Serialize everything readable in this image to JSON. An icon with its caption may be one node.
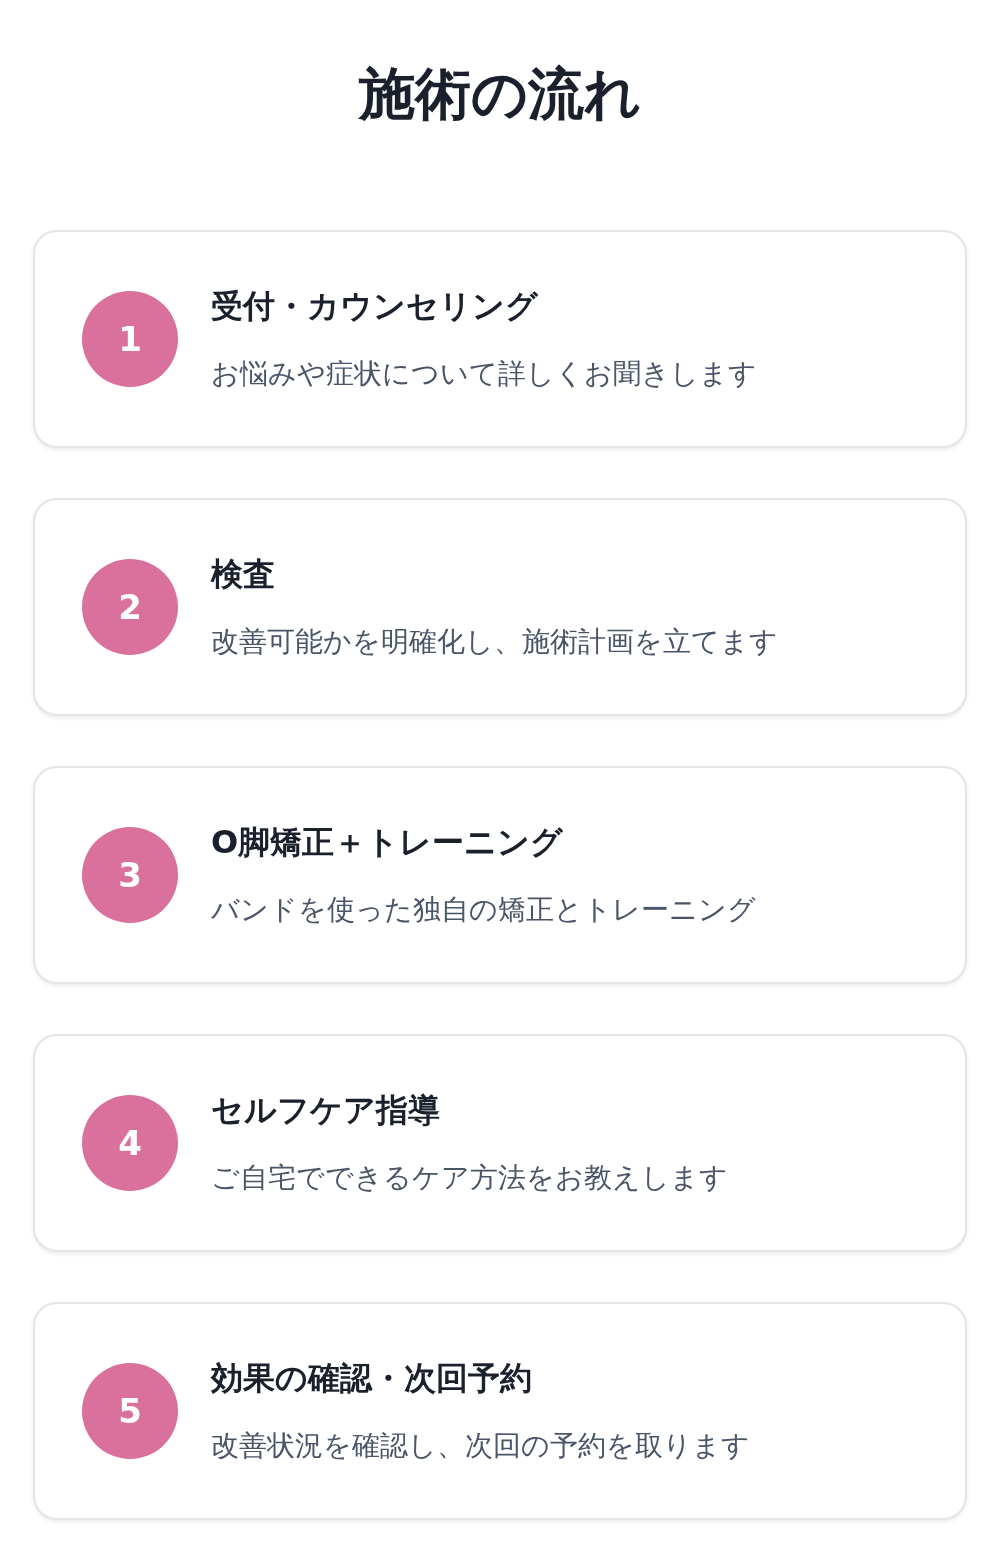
{
  "diagram": {
    "title": "施術の流れ",
    "nodes": [
      {
        "text": [
          "受付・カウンセリング",
          "お悩みや症状について詳しくお聞きします"
        ]
      },
      {
        "text": [
          "1"
        ],
        "in": 0
      },
      {
        "text": [
          "検査",
          "改善可能かを明確化し、施術計画を立てます"
        ]
      },
      {
        "text": [
          "2"
        ],
        "in": 2
      },
      {
        "text": [
          "O脚矯正＋トレーニング",
          "バンドを使った独自の矯正とトレーニング"
        ]
      },
      {
        "text": [
          "3"
        ],
        "in": 4
      },
      {
        "text": [
          "セルフケア指導",
          "ご自宅でできるケア方法をお教えします"
        ]
      },
      {
        "text": [
          "4"
        ],
        "in": 6
      },
      {
        "text": [
          "効果の確認・次回予約",
          "改善状況を確認し、次回の予約を取ります"
        ]
      },
      {
        "text": [
          "5"
        ],
        "in": 8
      }
    ]
  }
}
